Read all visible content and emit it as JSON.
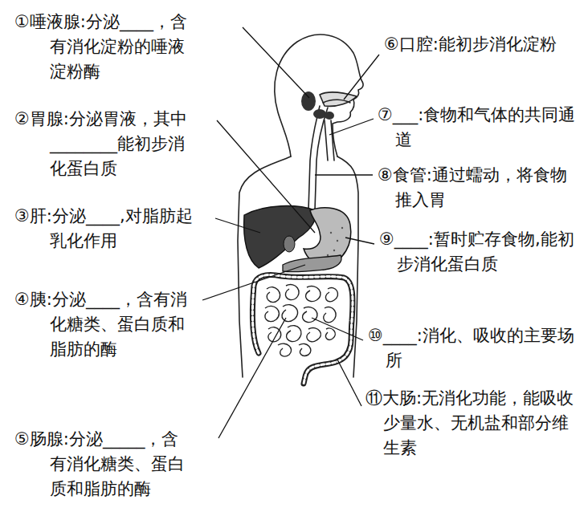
{
  "diagram": {
    "labels": [
      "①唾液腺:分泌____，含有消化淀粉的唾液淀粉酶",
      "②胃腺:分泌胃液，其中________能初步消化蛋白质",
      "③肝:分泌____,对脂肪起乳化作用",
      "④胰:分泌____，含有消化糖类、蛋白质和脂肪的酶",
      "⑤肠腺:分泌_____，含有消化糖类、蛋白质和脂肪的酶",
      "⑥口腔:能初步消化淀粉",
      "⑦___:食物和气体的共同通道",
      "⑧食管:通过蠕动，将食物推入胃",
      "⑨____:暂时贮存食物,能初步消化蛋白质",
      "⑩____:消化、吸收的主要场所",
      "⑪大肠:无消化功能，能吸收少量水、无机盐和部分维生素"
    ]
  }
}
